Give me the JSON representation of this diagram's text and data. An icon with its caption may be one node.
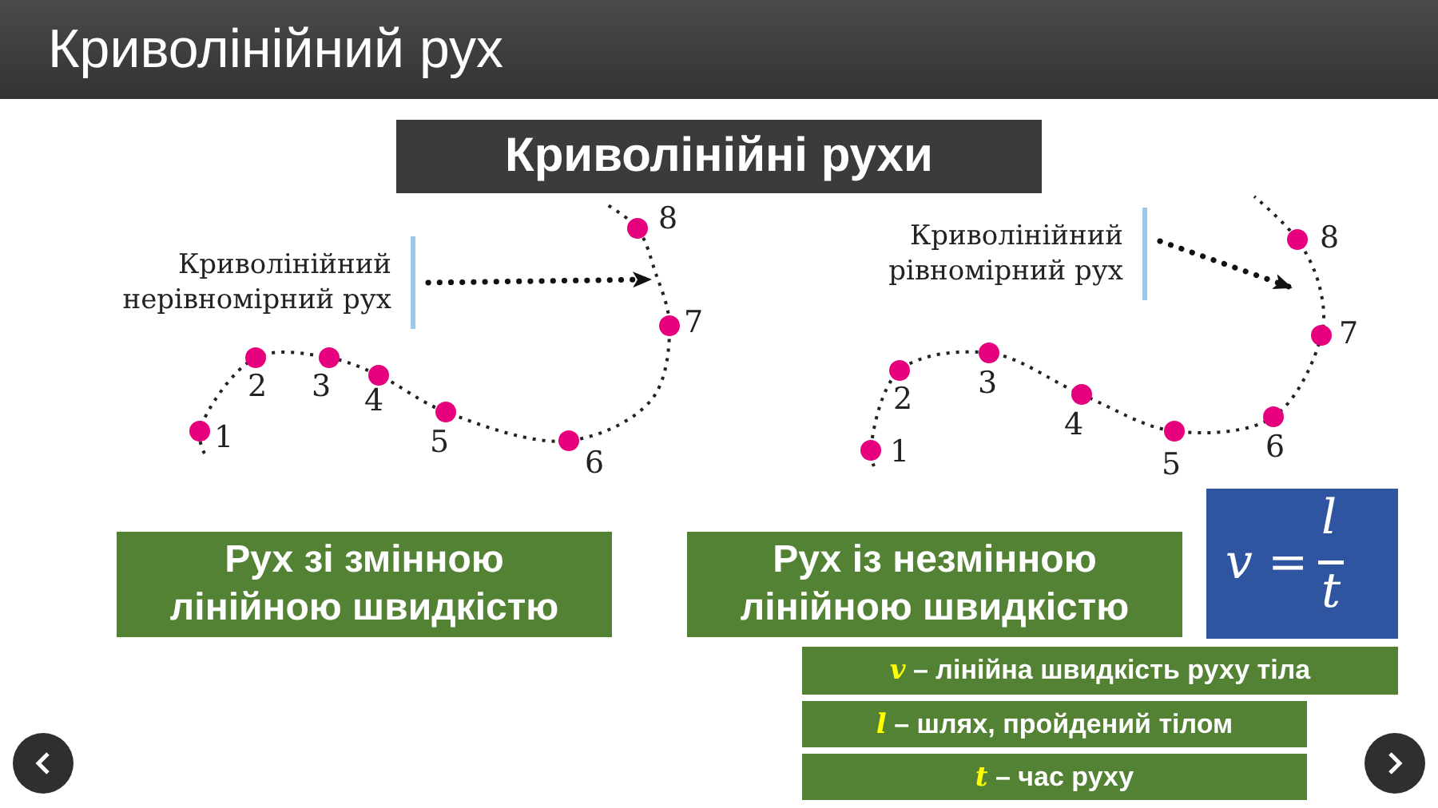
{
  "diagram": {
    "title": "Криволінійний рух",
    "nodes": [
      {
        "text": [
          "Криволінійні рухи"
        ]
      },
      {
        "text": [
          "Криволінійний нерівномірний рух"
        ]
      },
      {
        "text": [
          "Криволінійний рівномірний рух"
        ]
      },
      {
        "text": [
          "Рух зі змінною лінійною швидкістю"
        ]
      },
      {
        "text": [
          "Рух із незмінною лінійною швидкістю"
        ]
      },
      {
        "text": [
          "v =",
          "l",
          "t"
        ]
      },
      {
        "text": [
          "*v* – лінійна швидкість руху тіла"
        ]
      },
      {
        "text": [
          "*l* – шлях, пройдений тілом"
        ]
      },
      {
        "text": [
          "*t* – час руху"
        ]
      }
    ],
    "edges": [
      {
        "from": 1,
        "to": null,
        "arrow": "to",
        "style": "dashed"
      },
      {
        "from": 2,
        "to": null,
        "arrow": "to",
        "style": "dashed"
      }
    ],
    "labels": [
      "8",
      "7",
      "2",
      "3",
      "4",
      "5",
      "1",
      "6",
      "8",
      "7",
      "2",
      "3",
      "1",
      "4",
      "6",
      "5"
    ]
  }
}
